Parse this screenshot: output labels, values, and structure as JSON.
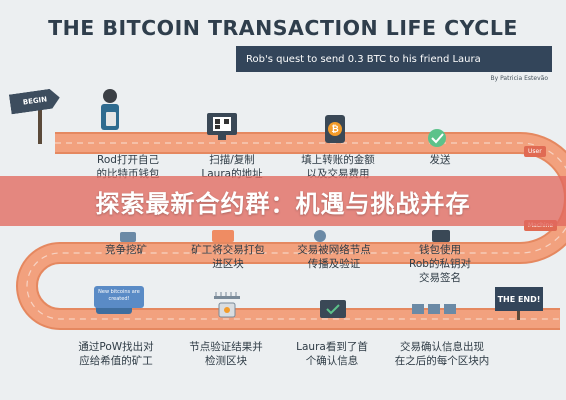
{
  "title": "THE BITCOIN TRANSACTION LIFE CYCLE",
  "subtitle": "Rob's quest to send 0.3 BTC to his friend Laura",
  "byline": "By Patricia Estevão",
  "begin_sign": "BEGIN",
  "end_sign": "THE END!",
  "side_tags": {
    "user": "User",
    "machine": "Machine"
  },
  "bubble_text": "New bitcoins are created!",
  "banner": "探索最新合约群：机遇与挑战并存",
  "steps": [
    {
      "label": "Rod打开自己\n的比特币钱包",
      "icon": "phone-wallet-icon"
    },
    {
      "label": "扫描/复制\nLaura的地址",
      "icon": "qr-code-icon"
    },
    {
      "label": "填上转账的金额\n以及交易费用",
      "icon": "bitcoin-phone-icon"
    },
    {
      "label": "发送",
      "icon": "check-icon"
    },
    {
      "label": "竞争挖矿",
      "icon": ""
    },
    {
      "label": "矿工将交易打包\n进区块",
      "icon": ""
    },
    {
      "label": "交易被网络节点\n传播及验证",
      "icon": ""
    },
    {
      "label": "钱包使用\nRob的私钥对\n交易签名",
      "icon": ""
    },
    {
      "label": "通过PoW找出对\n应给希值的矿工",
      "icon": ""
    },
    {
      "label": "节点验证结果并\n检测区块",
      "icon": ""
    },
    {
      "label": "Laura看到了首\n个确认信息",
      "icon": ""
    },
    {
      "label": "交易确认信息出现\n在之后的每个区块内",
      "icon": ""
    }
  ],
  "colors": {
    "road": "#f2a17e",
    "road_edge": "#e58860",
    "banner": "#e1695f",
    "dark": "#33455a",
    "check": "#5cc28a",
    "bitcoin": "#f39c2a"
  }
}
